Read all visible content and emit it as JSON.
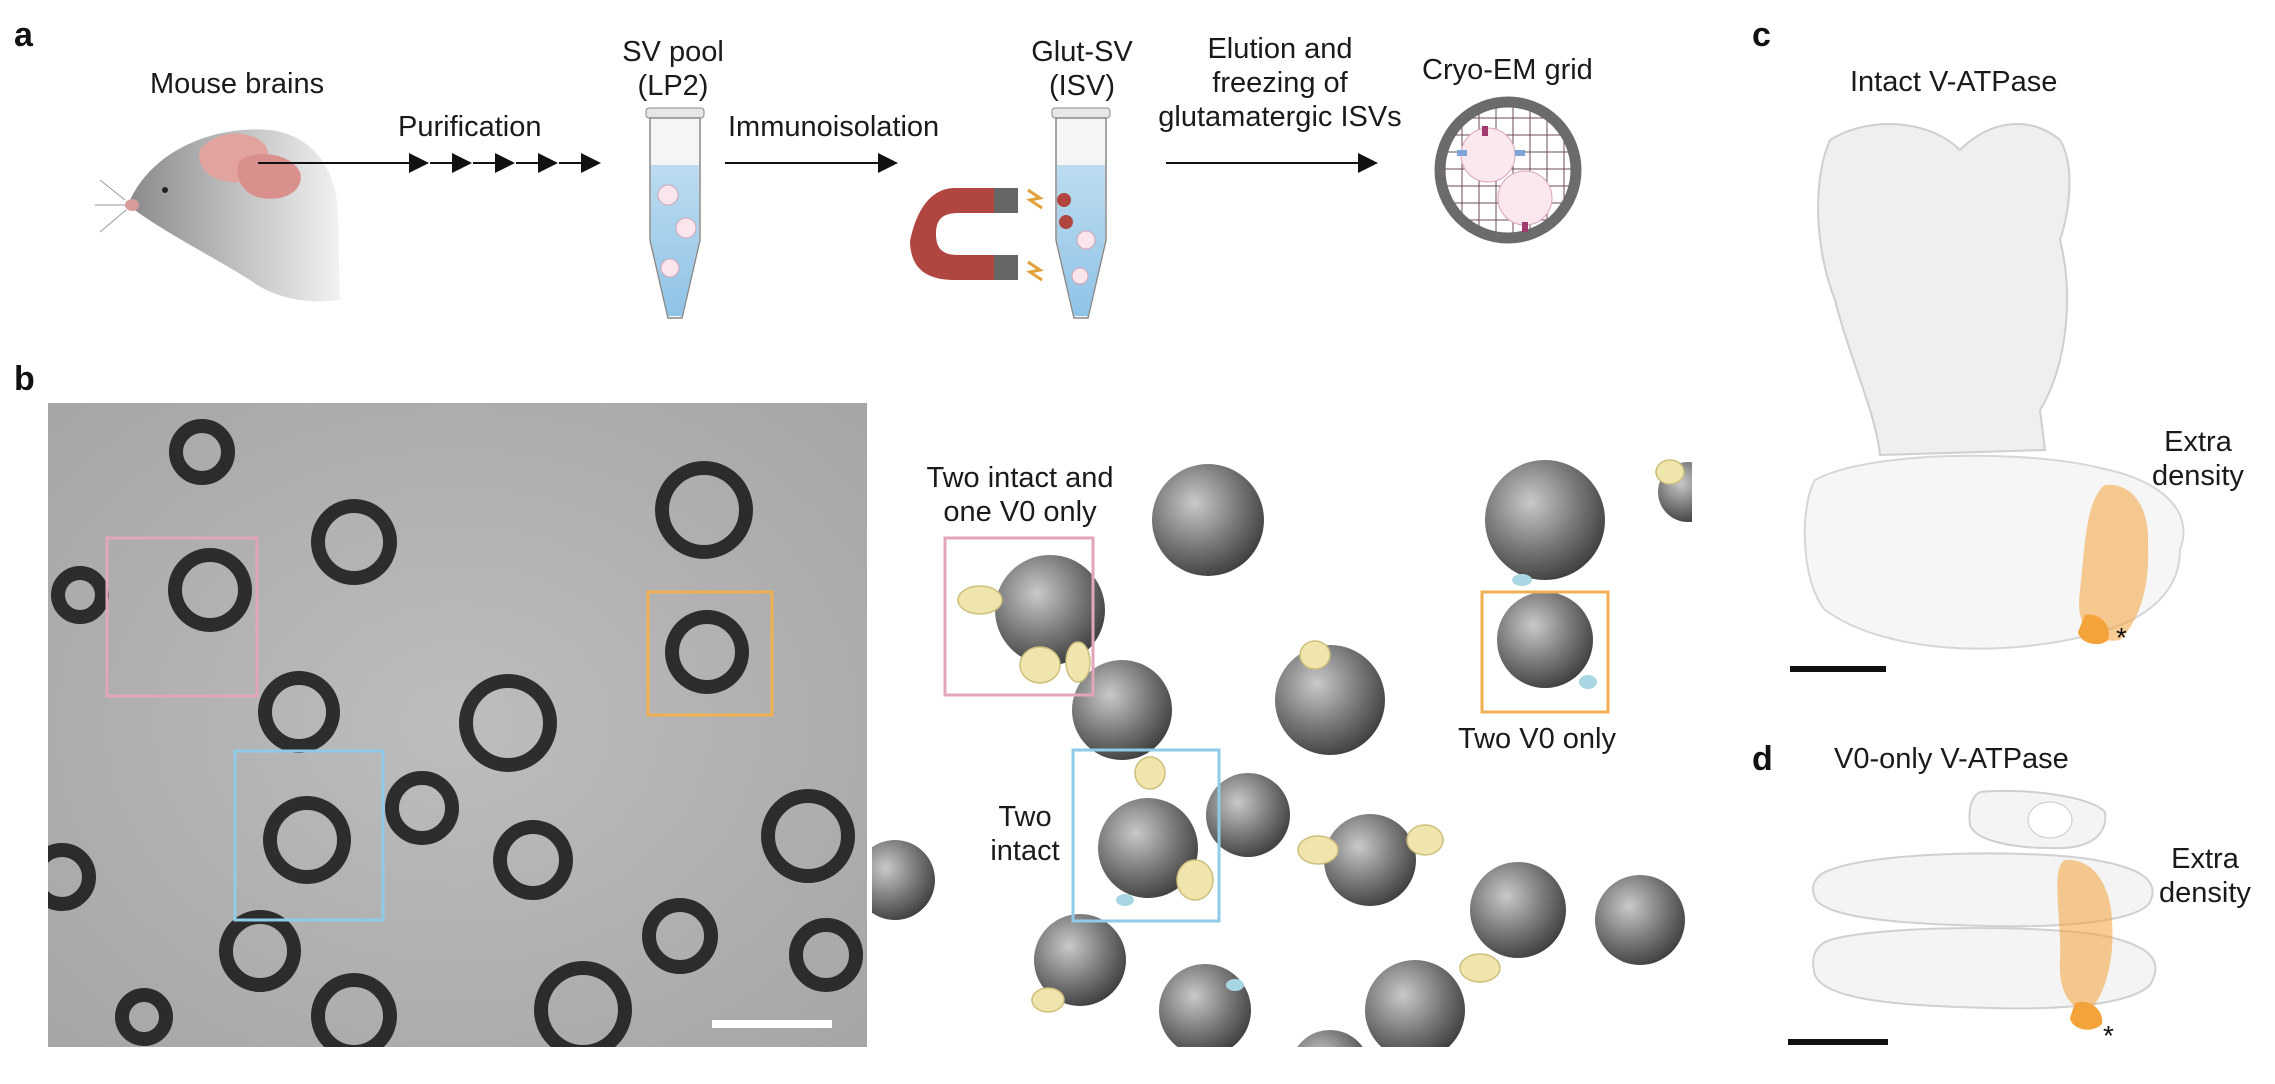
{
  "panels": {
    "a": "a",
    "b": "b",
    "c": "c",
    "d": "d"
  },
  "workflow": {
    "mouse_brains": "Mouse brains",
    "purification": "Purification",
    "sv_pool_line1": "SV pool",
    "sv_pool_line2": "(LP2)",
    "immunoisolation": "Immunoisolation",
    "glut_sv_line1": "Glut-SV",
    "glut_sv_line2": "(ISV)",
    "elution_line1": "Elution and",
    "elution_line2": "freezing of",
    "elution_line3": "glutamatergic ISVs",
    "cryo_em_grid": "Cryo-EM grid"
  },
  "tomogram_render": {
    "label_pink_line1": "Two intact and",
    "label_pink_line2": "one V0 only",
    "label_blue_line1": "Two",
    "label_blue_line2": "intact",
    "label_orange": "Two V0 only"
  },
  "intact_map": {
    "title": "Intact V-ATPase",
    "extra_line1": "Extra",
    "extra_line2": "density",
    "asterisk": "*"
  },
  "v0_map": {
    "title": "V0-only V-ATPase",
    "extra_line1": "Extra",
    "extra_line2": "density",
    "asterisk": "*"
  },
  "colors": {
    "pink_box": "#e3a6b8",
    "blue_box": "#8ecbe8",
    "orange_box": "#f0b04f",
    "extra_density": "#f3a33a",
    "magnet_red": "#b0463f"
  }
}
